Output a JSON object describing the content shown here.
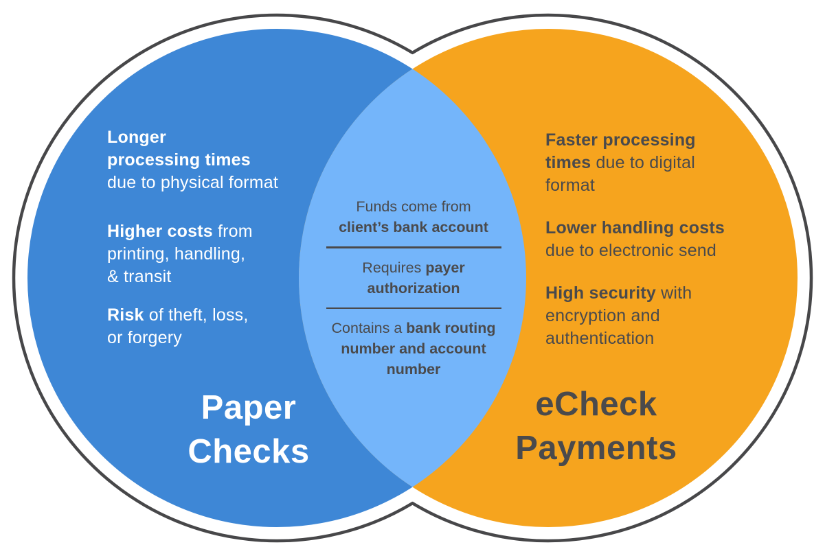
{
  "colors": {
    "left_circle": "#3E87D6",
    "right_circle": "#F6A41E",
    "overlap": "#74B5FA",
    "outline": "#474749",
    "left_text": "#FFFFFF",
    "dark_text": "#4A4A4C"
  },
  "venn": {
    "left_title": {
      "lines": [
        [
          {
            "t": "Paper",
            "b": true
          }
        ],
        [
          {
            "t": "Checks",
            "b": true
          }
        ]
      ]
    },
    "right_title": {
      "lines": [
        [
          {
            "t": "eCheck",
            "b": true
          }
        ],
        [
          {
            "t": "Payments",
            "b": true
          }
        ]
      ]
    },
    "left_items": [
      {
        "lines": [
          [
            {
              "t": "Longer",
              "b": true
            }
          ],
          [
            {
              "t": "processing times",
              "b": true
            }
          ],
          [
            {
              "t": "due to physical format",
              "b": false
            }
          ]
        ]
      },
      {
        "lines": [
          [
            {
              "t": "Higher costs",
              "b": true
            },
            {
              "t": " from",
              "b": false
            }
          ],
          [
            {
              "t": "printing, handling,",
              "b": false
            }
          ],
          [
            {
              "t": "& transit",
              "b": false
            }
          ]
        ]
      },
      {
        "lines": [
          [
            {
              "t": "Risk",
              "b": true
            },
            {
              "t": " of theft, loss,",
              "b": false
            }
          ],
          [
            {
              "t": "or forgery",
              "b": false
            }
          ]
        ]
      }
    ],
    "overlap_items": [
      {
        "lines": [
          [
            {
              "t": "Funds come from",
              "b": false
            }
          ],
          [
            {
              "t": "client’s bank account",
              "b": true
            }
          ]
        ]
      },
      {
        "lines": [
          [
            {
              "t": "Requires ",
              "b": false
            },
            {
              "t": "payer",
              "b": true
            }
          ],
          [
            {
              "t": "authorization",
              "b": true
            }
          ]
        ]
      },
      {
        "lines": [
          [
            {
              "t": "Contains a ",
              "b": false
            },
            {
              "t": "bank routing",
              "b": true
            }
          ],
          [
            {
              "t": "number and account",
              "b": true
            }
          ],
          [
            {
              "t": "number",
              "b": true
            }
          ]
        ]
      }
    ],
    "right_items": [
      {
        "lines": [
          [
            {
              "t": "Faster processing",
              "b": true
            }
          ],
          [
            {
              "t": "times",
              "b": true
            },
            {
              "t": " due to digital",
              "b": false
            }
          ],
          [
            {
              "t": "format",
              "b": false
            }
          ]
        ]
      },
      {
        "lines": [
          [
            {
              "t": "Lower handling costs",
              "b": true
            }
          ],
          [
            {
              "t": "due to electronic send",
              "b": false
            }
          ]
        ]
      },
      {
        "lines": [
          [
            {
              "t": "High security",
              "b": true
            },
            {
              "t": " with",
              "b": false
            }
          ],
          [
            {
              "t": "encryption and",
              "b": false
            }
          ],
          [
            {
              "t": "authentication",
              "b": false
            }
          ]
        ]
      }
    ]
  }
}
